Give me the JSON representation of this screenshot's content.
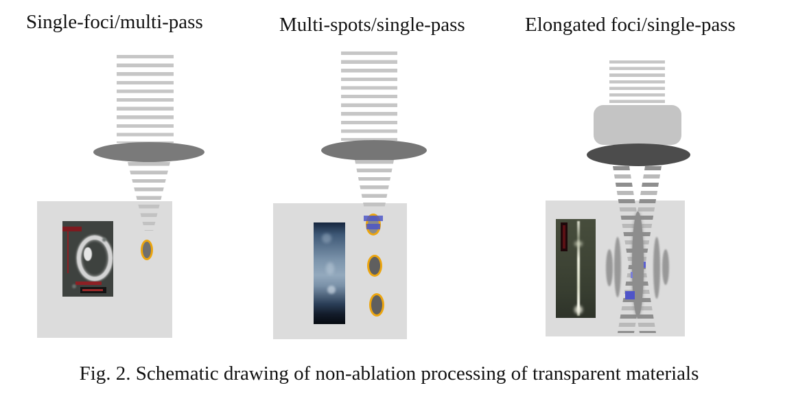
{
  "figure": {
    "panels": [
      {
        "id": "single-foci-multi-pass",
        "title": "Single-foci/multi-pass",
        "focal_spots": 1
      },
      {
        "id": "multi-spots-single-pass",
        "title": "Multi-spots/single-pass",
        "focal_spots": 3
      },
      {
        "id": "elongated-foci-single-pass",
        "title": "Elongated foci/single-pass",
        "focal_spots": 1
      }
    ],
    "caption": "Fig. 2. Schematic drawing of non-ablation processing of transparent materials",
    "icons": {
      "laser-beam-icon": "striped vertical beam",
      "focusing-lens-icon": "gray ellipse",
      "beam-shaper-icon": "rounded rectangle",
      "focal-spot-icon": "orange-ringed ellipse",
      "elongated-focus-icon": "tall narrow ellipse"
    },
    "colors": {
      "beam": "#c6c6c6",
      "lens": "#767676",
      "lens_dark": "#4c4c4c",
      "beam_shaper": "#c4c4c4",
      "material": "#dcdcdc",
      "focus_ring": "#eca50f",
      "focus_fill": "#5f5f5f",
      "marker_blue": "#4f55c8",
      "annotation_red": "#8c1f24"
    }
  }
}
